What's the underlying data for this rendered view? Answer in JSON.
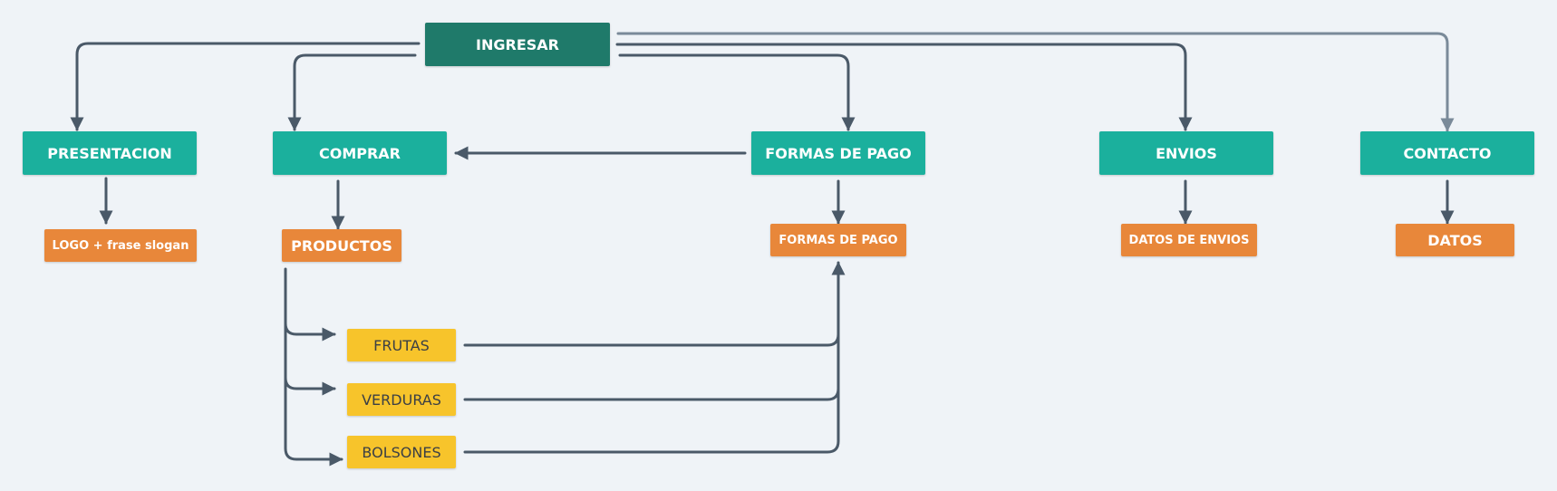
{
  "colors": {
    "root": "#1f7a6a",
    "section": "#1bb09d",
    "detail": "#e8873a",
    "product": "#f7c42b",
    "edge": "#4a5968",
    "edge_light": "#7a8a99",
    "background": "#eff3f7"
  },
  "nodes": {
    "ingresar": "INGRESAR",
    "presentacion": "PRESENTACION",
    "comprar": "COMPRAR",
    "formas_pago": "FORMAS DE PAGO",
    "envios": "ENVIOS",
    "contacto": "CONTACTO",
    "logo_slogan": "LOGO + frase slogan",
    "productos": "PRODUCTOS",
    "formas_pago_detalle": "FORMAS DE PAGO",
    "datos_envios": "DATOS DE ENVIOS",
    "datos": "DATOS",
    "frutas": "FRUTAS",
    "verduras": "VERDURAS",
    "bolsones": "BOLSONES"
  }
}
